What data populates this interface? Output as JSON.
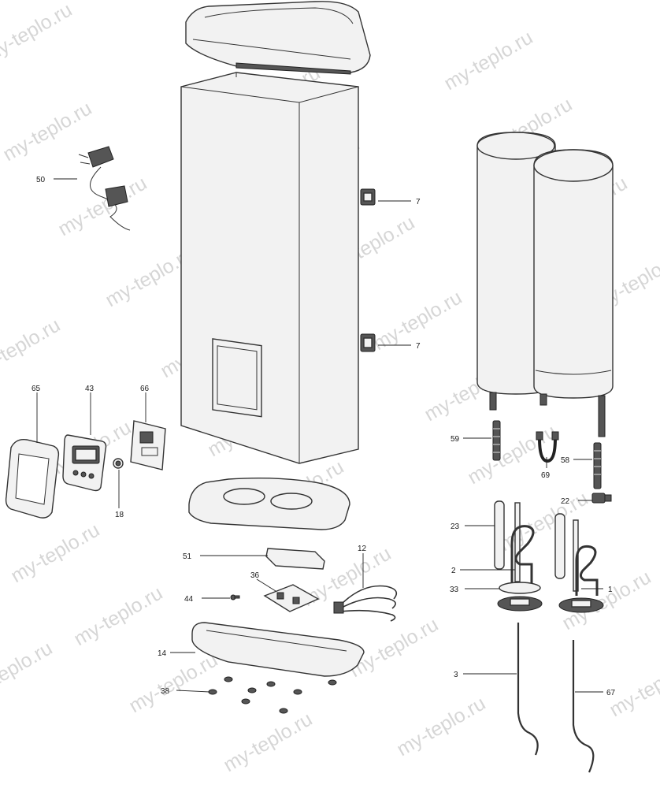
{
  "watermark": "my-teplo.ru",
  "callouts": [
    {
      "id": "50",
      "label": "50"
    },
    {
      "id": "7a",
      "label": "7"
    },
    {
      "id": "7b",
      "label": "7"
    },
    {
      "id": "65",
      "label": "65"
    },
    {
      "id": "43",
      "label": "43"
    },
    {
      "id": "66",
      "label": "66"
    },
    {
      "id": "18",
      "label": "18"
    },
    {
      "id": "51",
      "label": "51"
    },
    {
      "id": "36",
      "label": "36"
    },
    {
      "id": "12",
      "label": "12"
    },
    {
      "id": "44",
      "label": "44"
    },
    {
      "id": "14",
      "label": "14"
    },
    {
      "id": "38",
      "label": "38"
    },
    {
      "id": "59",
      "label": "59"
    },
    {
      "id": "69",
      "label": "69"
    },
    {
      "id": "58",
      "label": "58"
    },
    {
      "id": "22",
      "label": "22"
    },
    {
      "id": "23",
      "label": "23"
    },
    {
      "id": "2",
      "label": "2"
    },
    {
      "id": "33",
      "label": "33"
    },
    {
      "id": "1",
      "label": "1"
    },
    {
      "id": "3",
      "label": "3"
    },
    {
      "id": "67",
      "label": "67"
    }
  ]
}
